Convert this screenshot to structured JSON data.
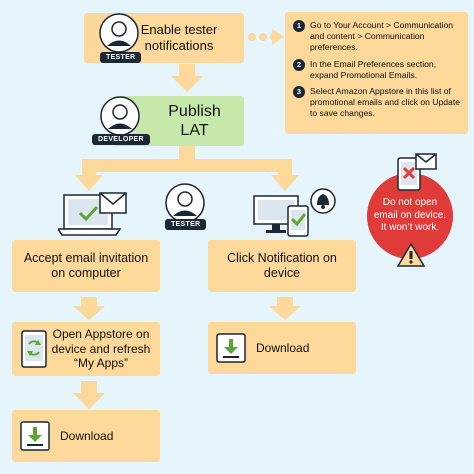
{
  "nodes": {
    "enable_tester": "Enable tester notifications",
    "publish_lat": "Publish LAT",
    "accept_email": "Accept email invitation on computer",
    "click_notification": "Click Notification on device",
    "open_appstore": "Open Appstore on device and refresh “My Apps”",
    "download_left": "Download",
    "download_right": "Download"
  },
  "badges": {
    "tester_top": "TESTER",
    "developer": "DEVELOPER",
    "tester_mid": "TESTER"
  },
  "steps": [
    {
      "num": "1",
      "text": "Go to Your Account > Communication and content > Communication preferences."
    },
    {
      "num": "2",
      "text": "In the Email Preferences section, expand Promotional Emails."
    },
    {
      "num": "3",
      "text": "Select Amazon Appstore in this list of promotional emails and click on Update to save changes."
    }
  ],
  "warning": "Do not open email on device. It won’t work.",
  "colors": {
    "step_box": "#fcd89a",
    "publish_box": "#c6e8ab",
    "arrow": "#fcd89a",
    "badge": "#1b2735",
    "warning": "#df3c39",
    "background": "#e6f4fb"
  }
}
